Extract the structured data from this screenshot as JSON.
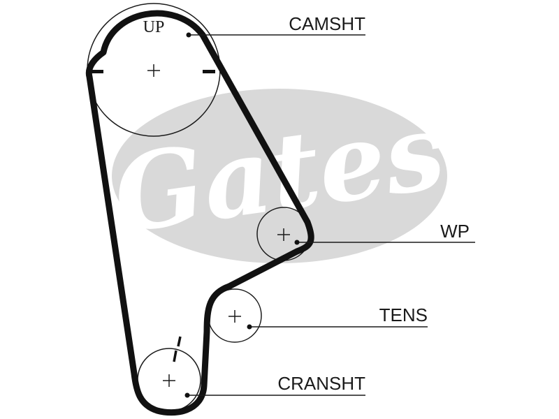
{
  "watermark": {
    "text": "Gates"
  },
  "labels": {
    "up": "UP",
    "camshaft": "CAMSHT",
    "water_pump": "WP",
    "tensioner": "TENS",
    "crankshaft": "CRANSHT"
  },
  "colors": {
    "belt": "#111111",
    "outline": "#1a1a1a",
    "watermark_fill": "#d9d9d9",
    "watermark_text": "#ffffff"
  }
}
